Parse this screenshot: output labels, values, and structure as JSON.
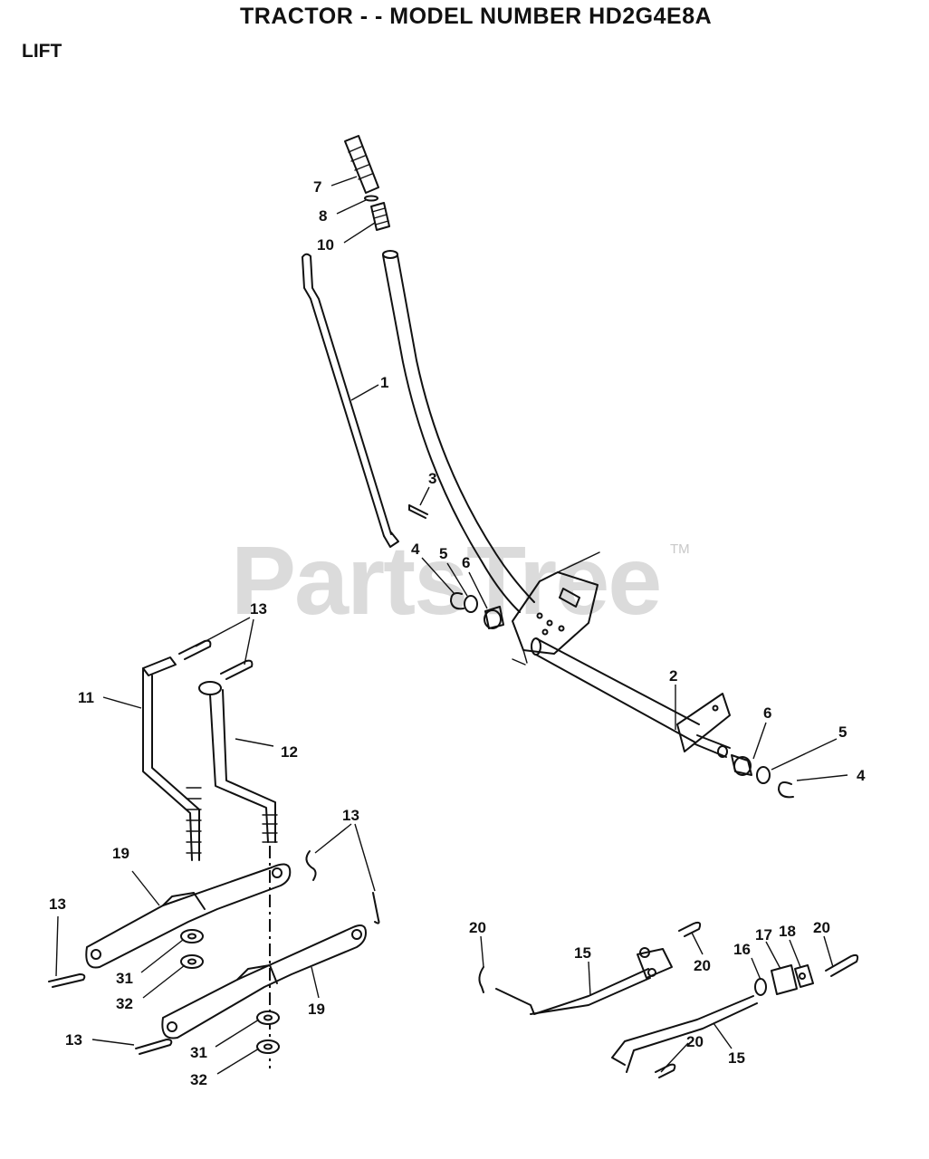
{
  "header": {
    "title": "TRACTOR - - MODEL NUMBER HD2G4E8A",
    "section": "LIFT"
  },
  "watermark": {
    "text": "PartsTree",
    "trademark": "TM",
    "color": "#cfcfcf"
  },
  "labels": {
    "p1": "1",
    "p2": "2",
    "p3": "3",
    "p4a": "4",
    "p4b": "4",
    "p5a": "5",
    "p5b": "5",
    "p6a": "6",
    "p6b": "6",
    "p7": "7",
    "p8": "8",
    "p10": "10",
    "p11": "11",
    "p12": "12",
    "p13a": "13",
    "p13b": "13",
    "p13c": "13",
    "p13d": "13",
    "p15a": "15",
    "p15b": "15",
    "p16": "16",
    "p17": "17",
    "p18": "18",
    "p19a": "19",
    "p19b": "19",
    "p20a": "20",
    "p20b": "20",
    "p20c": "20",
    "p20d": "20",
    "p31a": "31",
    "p31b": "31",
    "p32a": "32",
    "p32b": "32"
  }
}
